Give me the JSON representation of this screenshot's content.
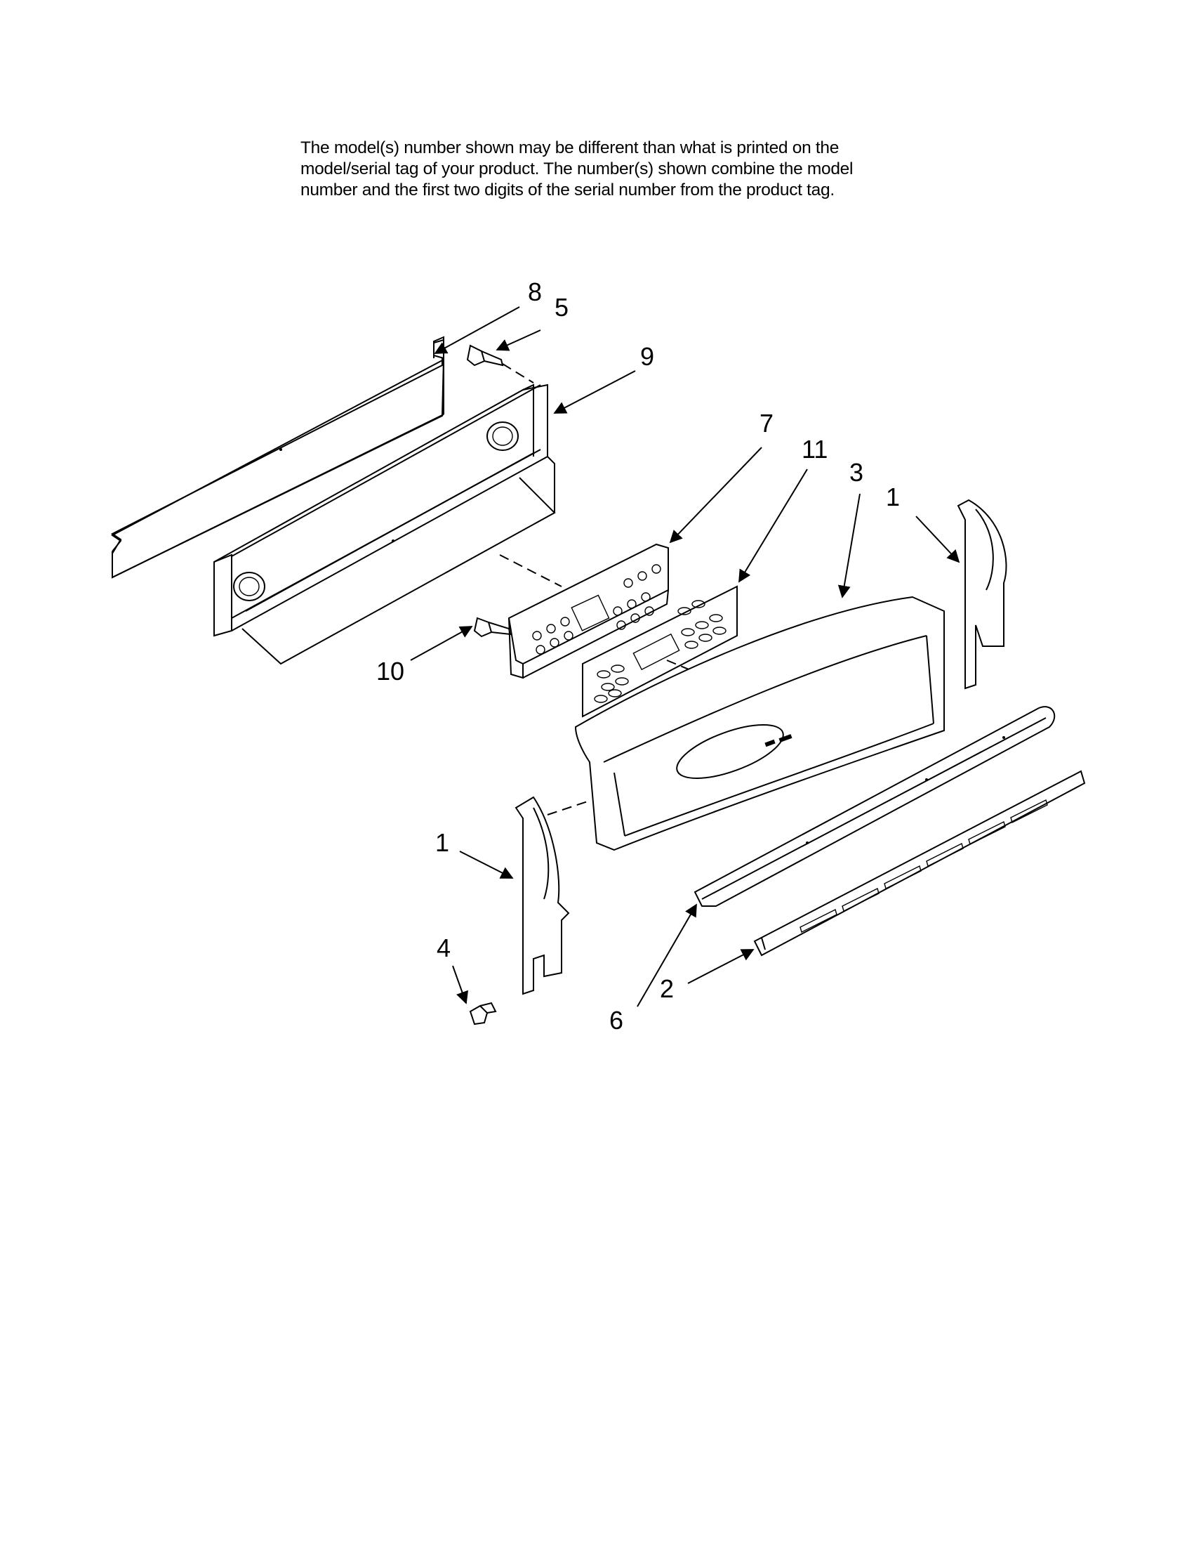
{
  "notice": {
    "line1": "The model(s) number shown may be different than what is printed on the",
    "line2": "model/serial tag of your product. The number(s) shown combine the model",
    "line3": "number and the first two digits of the serial number from the product tag."
  },
  "callouts": {
    "c8": "8",
    "c5": "5",
    "c9": "9",
    "c7": "7",
    "c11": "11",
    "c3": "3",
    "c1_right": "1",
    "c10": "10",
    "c1_left": "1",
    "c4": "4",
    "c6": "6",
    "c2": "2"
  }
}
